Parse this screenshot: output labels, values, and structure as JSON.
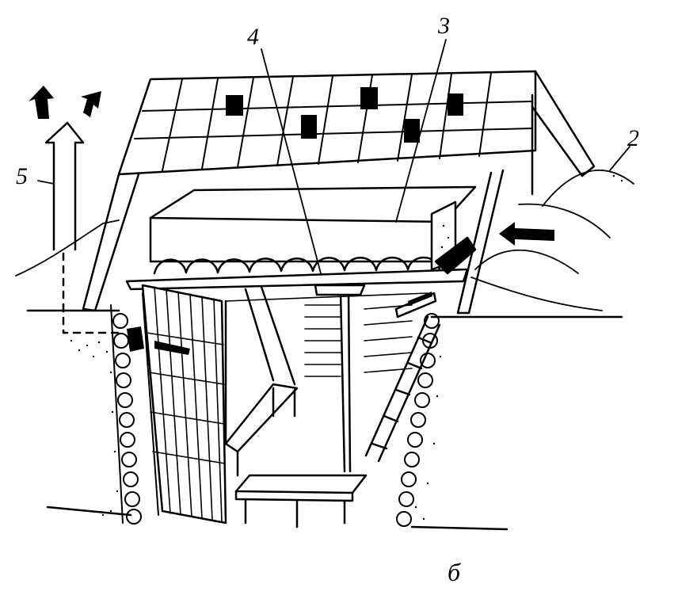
{
  "labels": {
    "l5": "5",
    "l4": "4",
    "l3": "3",
    "l2": "2",
    "subfigure": "б"
  },
  "colors": {
    "ink": "#000000",
    "paper": "#ffffff"
  },
  "icons": {
    "airflow": "arrow-icon",
    "vent": "vent-pipe-icon"
  }
}
